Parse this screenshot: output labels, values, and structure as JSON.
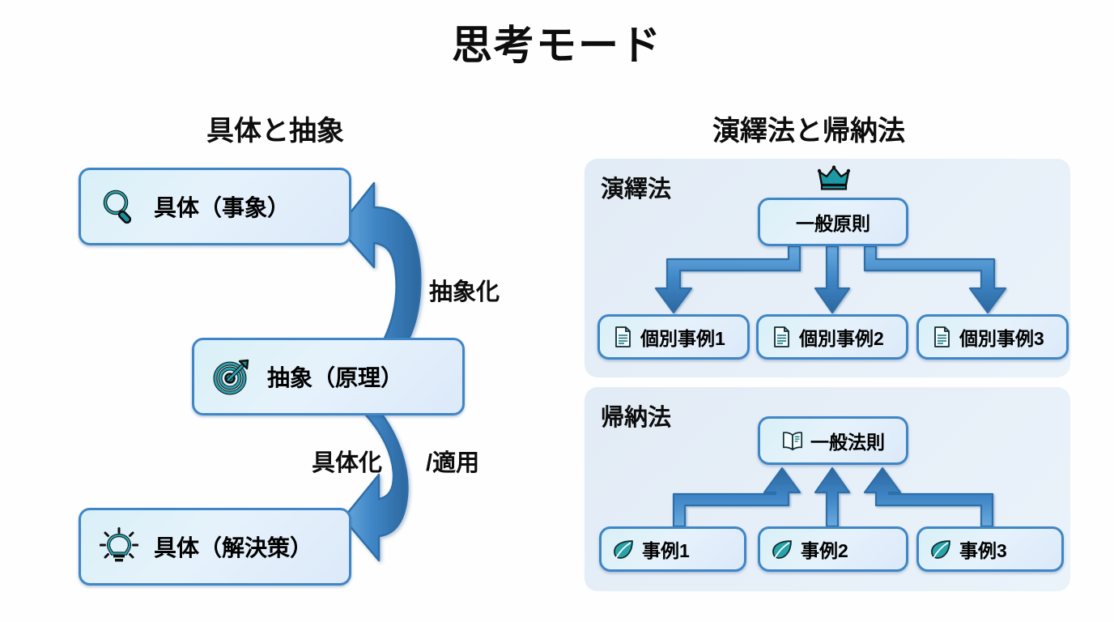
{
  "page": {
    "title": "思考モード",
    "background_color": "#fefefe",
    "accent_blue": "#3f86c6",
    "arrow_blue": "#3b82c4",
    "icon_teal": "#17808c",
    "panel_background": "#e3ecf6"
  },
  "left_section": {
    "title": "具体と抽象",
    "nodes": [
      {
        "id": "gutai-jisho",
        "label": "具体（事象）",
        "icon": "magnifier-icon"
      },
      {
        "id": "chusho",
        "label": "抽象（原理）",
        "icon": "target-icon"
      },
      {
        "id": "gutai-kaiketsu",
        "label": "具体（解決策）",
        "icon": "lightbulb-icon"
      }
    ],
    "edges": [
      {
        "id": "abstraction",
        "label": "抽象化",
        "direction": "up",
        "from": "chusho",
        "to": "gutai-jisho"
      },
      {
        "id": "concretize",
        "label": "具体化 /適用",
        "direction": "down",
        "from": "chusho",
        "to": "gutai-kaiketsu"
      }
    ],
    "edge_label_upper": "抽象化",
    "edge_label_lower_a": "具体化",
    "edge_label_lower_b": "/適用"
  },
  "right_section": {
    "title": "演繹法と帰納法",
    "panels": [
      {
        "id": "deductive",
        "label": "演繹法",
        "top_node": {
          "label": "一般原則",
          "icon": "crown-icon"
        },
        "arrow_direction": "down",
        "leaf_nodes": [
          {
            "label": "個別事例1",
            "icon": "document-icon"
          },
          {
            "label": "個別事例2",
            "icon": "document-icon"
          },
          {
            "label": "個別事例3",
            "icon": "document-icon"
          }
        ]
      },
      {
        "id": "inductive",
        "label": "帰納法",
        "top_node": {
          "label": "一般法則",
          "icon": "book-icon"
        },
        "arrow_direction": "up",
        "leaf_nodes": [
          {
            "label": "事例1",
            "icon": "leaf-icon"
          },
          {
            "label": "事例2",
            "icon": "leaf-icon"
          },
          {
            "label": "事例3",
            "icon": "leaf-icon"
          }
        ]
      }
    ]
  }
}
